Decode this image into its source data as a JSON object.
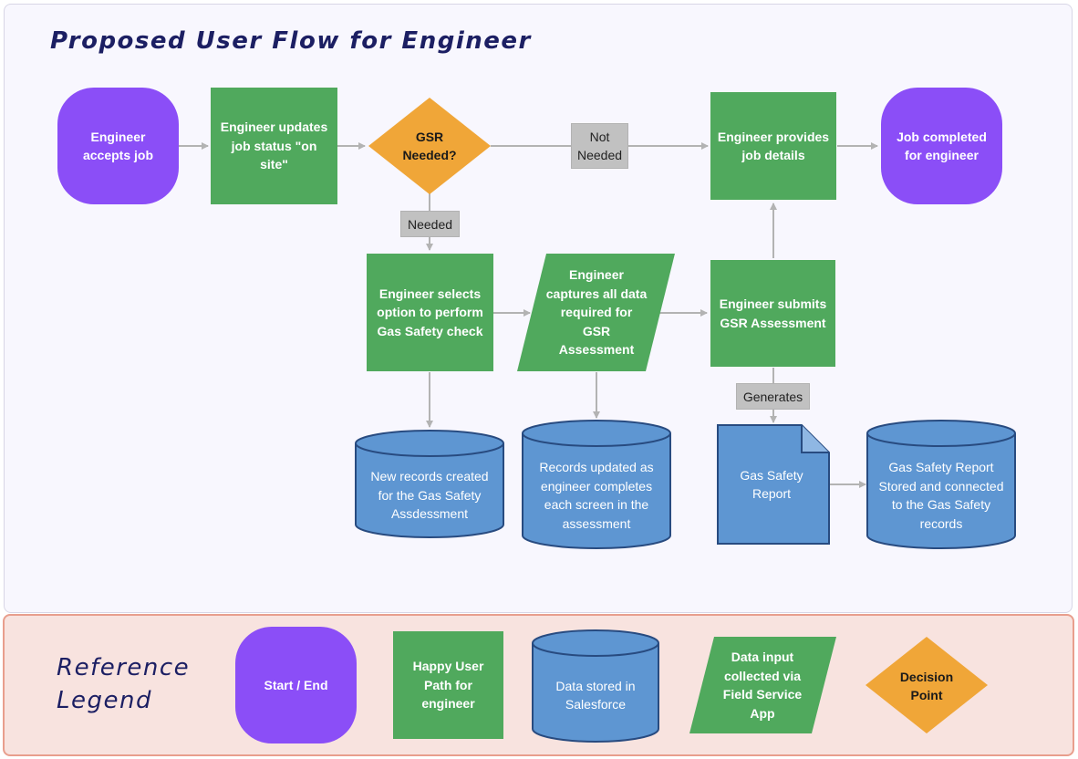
{
  "title": "Proposed User Flow for Engineer",
  "colors": {
    "terminal": "#8b4ef7",
    "process": "#50a95d",
    "decision": "#f0a638",
    "datastore": "#5e96d2",
    "datastore_stroke": "#284b80",
    "edge_label_bg": "#c1c1c1",
    "connector": "#b3b3b3",
    "legend_bg": "#f8e3df",
    "legend_border": "#e89e8d",
    "title_color": "#1c1f63"
  },
  "nodes": {
    "accept_job": "Engineer accepts job",
    "update_status": "Engineer updates job status \"on site\"",
    "gsr_needed": "GSR Needed?",
    "provide_details": "Engineer provides job details",
    "job_completed": "Job completed for engineer",
    "select_option": "Engineer selects option to perform Gas Safety check",
    "capture_data": "Engineer captures all data required for GSR Assessment",
    "submit_gsr": "Engineer submits GSR Assessment",
    "new_records": "New records created for the Gas Safety Assdessment",
    "records_updated": "Records updated as engineer completes each screen in the assessment",
    "gas_safety_report": "Gas Safety Report",
    "report_stored": "Gas Safety Report Stored and connected to the Gas Safety records"
  },
  "edge_labels": {
    "not_needed": "Not Needed",
    "needed": "Needed",
    "generates": "Generates"
  },
  "legend": {
    "title": "Reference Legend",
    "start_end": "Start / End",
    "happy_path": "Happy User Path for engineer",
    "data_stored": "Data stored in Salesforce",
    "data_input": "Data input collected via Field Service App",
    "decision_point": "Decision Point"
  }
}
